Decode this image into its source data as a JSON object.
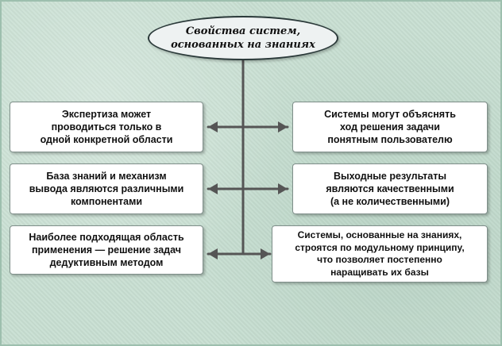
{
  "title": {
    "line1": "Свойства систем,",
    "line2": "основанных на знаниях"
  },
  "left_boxes": [
    {
      "lines": [
        "Экспертиза может",
        "проводиться только в",
        "одной конкретной области"
      ]
    },
    {
      "lines": [
        "База знаний и механизм",
        "вывода являются различными",
        "компонентами"
      ]
    },
    {
      "lines": [
        "Наиболее подходящая область",
        "применения — решение задач",
        "дедуктивным методом"
      ]
    }
  ],
  "right_boxes": [
    {
      "lines": [
        "Системы могут объяснять",
        "ход решения задачи",
        "понятным пользователю"
      ]
    },
    {
      "lines": [
        "Выходные результаты",
        "являются качественными",
        "(а не количественными)"
      ]
    },
    {
      "lines": [
        "Системы, основанные на знаниях,",
        "строятся по модульному принципу,",
        "что позволяет постепенно",
        "наращивать их базы"
      ]
    }
  ],
  "colors": {
    "background": "#c8dfd2",
    "connector": "#555555"
  }
}
